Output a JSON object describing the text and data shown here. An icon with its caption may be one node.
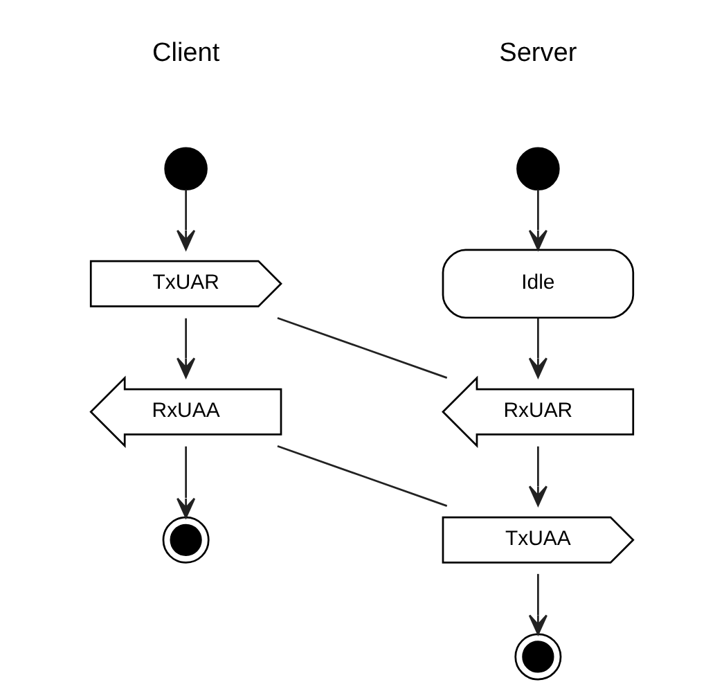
{
  "diagram": {
    "nodes": [
      {
        "text": [],
        "shape": "circle"
      },
      {
        "text": [],
        "shape": "circle"
      },
      {
        "text": [
          "TxUAR"
        ]
      },
      {
        "text": [
          "Idle"
        ]
      },
      {
        "text": [
          "RxUAR"
        ]
      },
      {
        "text": [
          "RxUAA"
        ]
      },
      {
        "text": [
          "TxUAA"
        ]
      },
      {
        "text": [],
        "shape": "bullseye"
      },
      {
        "text": [],
        "shape": "bullseye"
      }
    ],
    "edges": [
      {
        "from": 0,
        "to": 2,
        "arrow": "to"
      },
      {
        "from": 1,
        "to": 3,
        "arrow": "to"
      },
      {
        "from": 2,
        "to": 4,
        "arrow": "none"
      },
      {
        "from": 3,
        "to": 4,
        "arrow": "to"
      },
      {
        "from": 2,
        "to": 5,
        "arrow": "to"
      },
      {
        "from": 4,
        "to": 6,
        "arrow": "to"
      },
      {
        "from": 6,
        "to": 5,
        "arrow": "none"
      },
      {
        "from": 5,
        "to": 7,
        "arrow": "to"
      },
      {
        "from": 6,
        "to": 8,
        "arrow": "to"
      }
    ],
    "labels": [
      "Client",
      "Server"
    ]
  }
}
